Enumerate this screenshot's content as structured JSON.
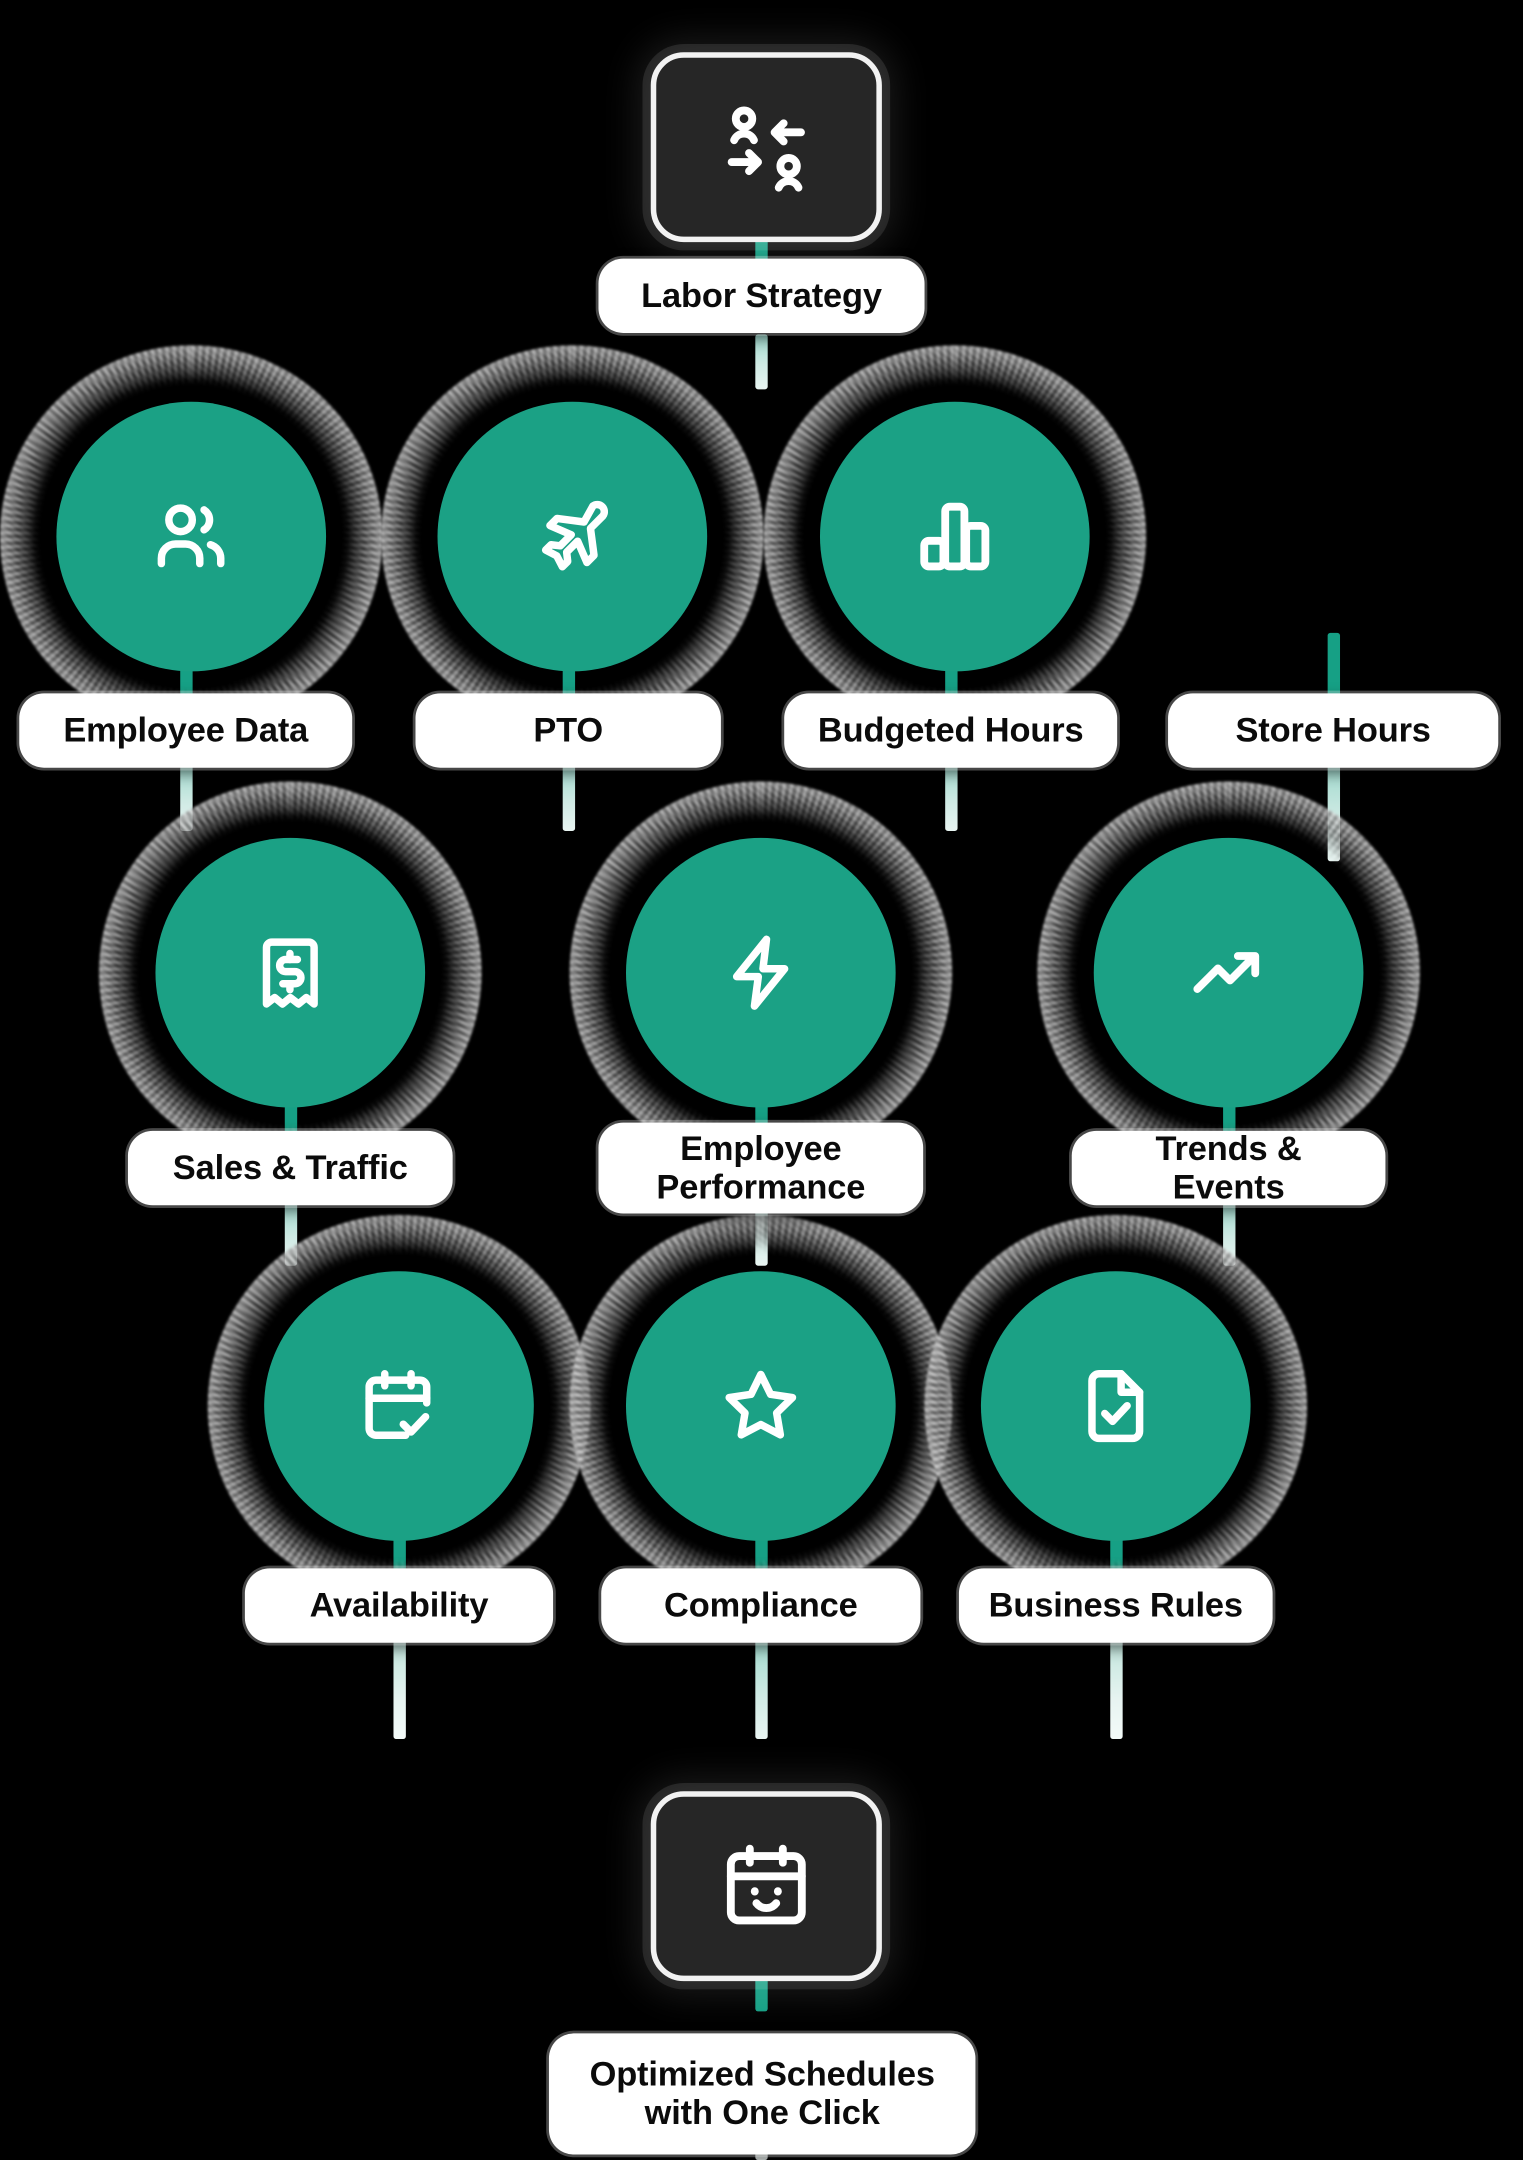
{
  "diagram": {
    "title": "Labor Strategy to Optimized Schedules flow",
    "background_color": "#000000",
    "accent_color": "#1ba185",
    "connector_color": "#16a085",
    "pill_background": "#ffffff",
    "pill_text_color": "#0b0b0b",
    "card_background": "#262626"
  },
  "top": {
    "icon": "users-exchange-icon",
    "label": "Labor Strategy"
  },
  "rows": [
    {
      "name": "inputs-row",
      "nodes": [
        {
          "icon": "users-icon",
          "label": "Employee Data"
        },
        {
          "icon": "airplane-icon",
          "label": "PTO"
        },
        {
          "icon": "bar-chart-icon",
          "label": "Budgeted Hours"
        },
        {
          "icon": "clock-dollar-icon",
          "label": "Store Hours"
        }
      ]
    },
    {
      "name": "signals-row",
      "nodes": [
        {
          "icon": "receipt-dollar-icon",
          "label": "Sales & Traffic"
        },
        {
          "icon": "lightning-bolt-icon",
          "label": "Employee Performance",
          "line2": "Performance",
          "line1": "Employee"
        },
        {
          "icon": "trending-up-icon",
          "label": "Trends & Events"
        }
      ]
    },
    {
      "name": "constraints-row",
      "nodes": [
        {
          "icon": "calendar-check-icon",
          "label": "Availability"
        },
        {
          "icon": "star-icon",
          "label": "Compliance"
        },
        {
          "icon": "document-check-icon",
          "label": "Business Rules"
        }
      ]
    }
  ],
  "bottom": {
    "icon": "calendar-smile-icon",
    "label_line1": "Optimized Schedules",
    "label_line2": "with One Click"
  }
}
